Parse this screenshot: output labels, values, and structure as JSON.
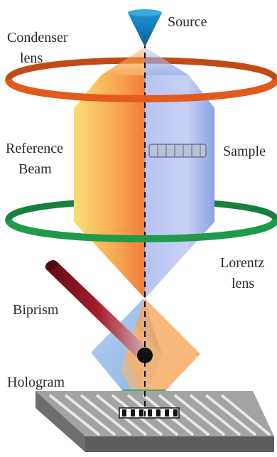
{
  "labels": {
    "source": "Source",
    "condenser_line1": "Condenser",
    "condenser_line2": "lens",
    "reference_line1": "Reference",
    "reference_line2": "Beam",
    "sample": "Sample",
    "lorentz_line1": "Lorentz",
    "lorentz_line2": "lens",
    "biprism": "Biprism",
    "hologram": "Hologram"
  },
  "colors": {
    "source_cone": "#1a8fcc",
    "condenser_ring": "#e25a1c",
    "lorentz_ring": "#1e9a4a",
    "reference_beam": "#f7a94a",
    "object_beam": "#9fb3e8",
    "biprism_rod": "#8a1622",
    "detector_body": "#7d7d7d",
    "optical_axis": "#111111"
  }
}
